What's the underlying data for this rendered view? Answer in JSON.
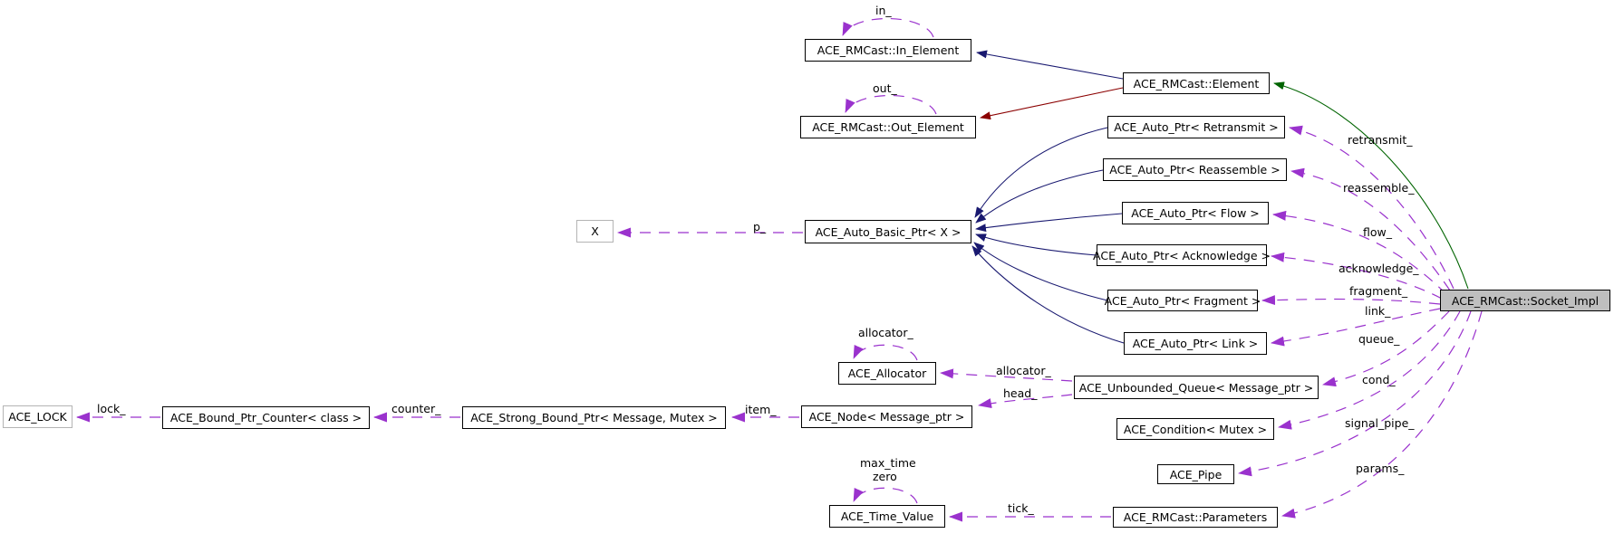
{
  "diagram": {
    "type": "class-collaboration-graph",
    "colors": {
      "inheritance_public": "#191970",
      "inheritance_private": "#8b0000",
      "inheritance_protected": "#006400",
      "usage_dashed": "#9a32cd",
      "node_border": "#000000",
      "external_node_border": "#b4b4b4",
      "current_node_fill": "#bfbfbf",
      "background": "#ffffff"
    },
    "nodes": {
      "in_element": {
        "label": "ACE_RMCast::In_Element"
      },
      "out_element": {
        "label": "ACE_RMCast::Out_Element"
      },
      "element": {
        "label": "ACE_RMCast::Element"
      },
      "retransmit": {
        "label": "ACE_Auto_Ptr< Retransmit >"
      },
      "reassemble": {
        "label": "ACE_Auto_Ptr< Reassemble >"
      },
      "flow": {
        "label": "ACE_Auto_Ptr< Flow >"
      },
      "acknowledge": {
        "label": "ACE_Auto_Ptr< Acknowledge >"
      },
      "fragment": {
        "label": "ACE_Auto_Ptr< Fragment >"
      },
      "link": {
        "label": "ACE_Auto_Ptr< Link >"
      },
      "x": {
        "label": "X"
      },
      "auto_basic": {
        "label": "ACE_Auto_Basic_Ptr< X >"
      },
      "socket_impl": {
        "label": "ACE_RMCast::Socket_Impl"
      },
      "allocator": {
        "label": "ACE_Allocator"
      },
      "queue": {
        "label": "ACE_Unbounded_Queue< Message_ptr >"
      },
      "lock": {
        "label": "ACE_LOCK"
      },
      "counter": {
        "label": "ACE_Bound_Ptr_Counter< class >"
      },
      "strong": {
        "label": "ACE_Strong_Bound_Ptr< Message, Mutex >"
      },
      "node": {
        "label": "ACE_Node< Message_ptr >"
      },
      "condition": {
        "label": "ACE_Condition< Mutex >"
      },
      "pipe": {
        "label": "ACE_Pipe"
      },
      "time_value": {
        "label": "ACE_Time_Value"
      },
      "parameters": {
        "label": "ACE_RMCast::Parameters"
      }
    },
    "edge_labels": {
      "in": "in_",
      "out": "out_",
      "p": "p_",
      "retransmit": "retransmit_",
      "reassemble": "reassemble_",
      "flow": "flow_",
      "acknowledge": "acknowledge_",
      "fragment": "fragment_",
      "link": "link_",
      "queue": "queue_",
      "cond": "cond_",
      "signal_pipe": "signal_pipe_",
      "params": "params_",
      "allocator_self": "allocator_",
      "allocator_edge": "allocator_",
      "head": "head_",
      "lock": "lock_",
      "counter": "counter_",
      "item": "item_",
      "max_time": "max_time",
      "zero": "zero",
      "tick": "tick_"
    },
    "edges": [
      {
        "from": "element",
        "to": "in_element",
        "kind": "public-inheritance"
      },
      {
        "from": "element",
        "to": "out_element",
        "kind": "private-inheritance"
      },
      {
        "from": "socket_impl",
        "to": "element",
        "kind": "protected-inheritance"
      },
      {
        "from": "retransmit",
        "to": "auto_basic",
        "kind": "public-inheritance"
      },
      {
        "from": "reassemble",
        "to": "auto_basic",
        "kind": "public-inheritance"
      },
      {
        "from": "flow",
        "to": "auto_basic",
        "kind": "public-inheritance"
      },
      {
        "from": "acknowledge",
        "to": "auto_basic",
        "kind": "public-inheritance"
      },
      {
        "from": "fragment",
        "to": "auto_basic",
        "kind": "public-inheritance"
      },
      {
        "from": "link",
        "to": "auto_basic",
        "kind": "public-inheritance"
      },
      {
        "from": "in_element",
        "to": "in_element",
        "kind": "usage",
        "label_key": "in"
      },
      {
        "from": "out_element",
        "to": "out_element",
        "kind": "usage",
        "label_key": "out"
      },
      {
        "from": "auto_basic",
        "to": "x",
        "kind": "usage",
        "label_key": "p"
      },
      {
        "from": "socket_impl",
        "to": "retransmit",
        "kind": "usage",
        "label_key": "retransmit"
      },
      {
        "from": "socket_impl",
        "to": "reassemble",
        "kind": "usage",
        "label_key": "reassemble"
      },
      {
        "from": "socket_impl",
        "to": "flow",
        "kind": "usage",
        "label_key": "flow"
      },
      {
        "from": "socket_impl",
        "to": "acknowledge",
        "kind": "usage",
        "label_key": "acknowledge"
      },
      {
        "from": "socket_impl",
        "to": "fragment",
        "kind": "usage",
        "label_key": "fragment"
      },
      {
        "from": "socket_impl",
        "to": "link",
        "kind": "usage",
        "label_key": "link"
      },
      {
        "from": "socket_impl",
        "to": "queue",
        "kind": "usage",
        "label_key": "queue"
      },
      {
        "from": "socket_impl",
        "to": "condition",
        "kind": "usage",
        "label_key": "cond"
      },
      {
        "from": "socket_impl",
        "to": "pipe",
        "kind": "usage",
        "label_key": "signal_pipe"
      },
      {
        "from": "socket_impl",
        "to": "parameters",
        "kind": "usage",
        "label_key": "params"
      },
      {
        "from": "allocator",
        "to": "allocator",
        "kind": "usage",
        "label_key": "allocator_self"
      },
      {
        "from": "queue",
        "to": "allocator",
        "kind": "usage",
        "label_key": "allocator_edge"
      },
      {
        "from": "queue",
        "to": "node",
        "kind": "usage",
        "label_key": "head"
      },
      {
        "from": "node",
        "to": "strong",
        "kind": "usage",
        "label_key": "item"
      },
      {
        "from": "strong",
        "to": "counter",
        "kind": "usage",
        "label_key": "counter"
      },
      {
        "from": "counter",
        "to": "lock",
        "kind": "usage",
        "label_key": "lock"
      },
      {
        "from": "parameters",
        "to": "time_value",
        "kind": "usage",
        "label_key": "tick"
      },
      {
        "from": "time_value",
        "to": "time_value",
        "kind": "usage",
        "label_key": "max_time"
      }
    ]
  }
}
